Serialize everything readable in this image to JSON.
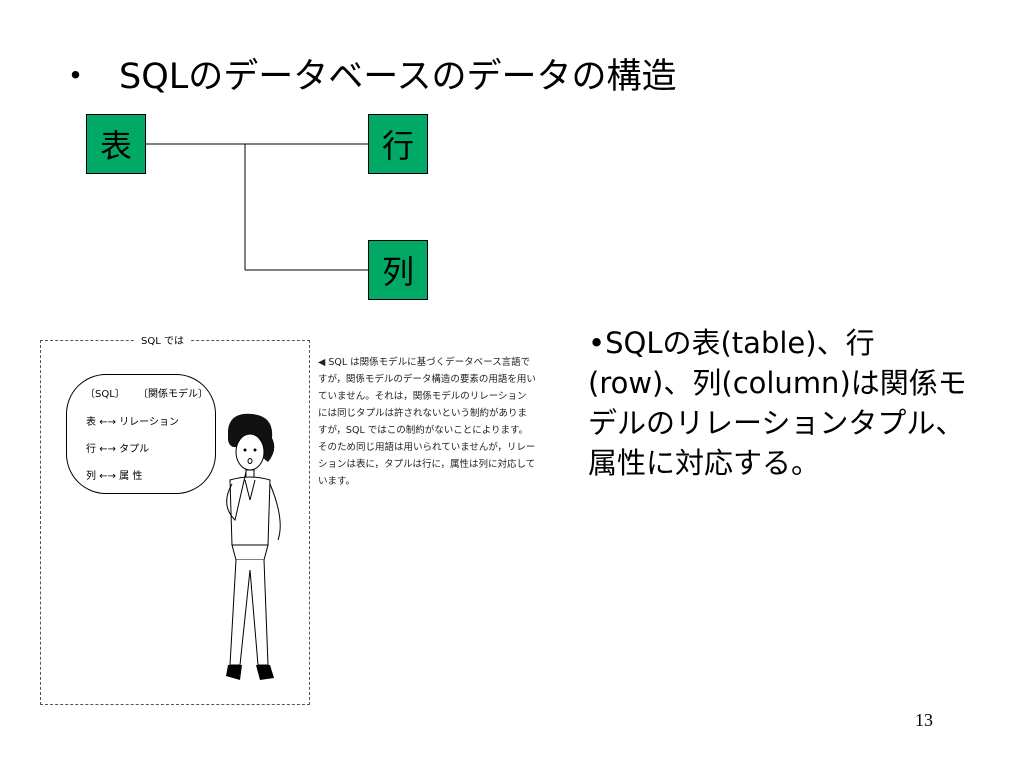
{
  "title": {
    "bullet": "・",
    "text": "SQLのデータベースのデータの構造"
  },
  "tree": {
    "root": "表",
    "child1": "行",
    "child2": "列"
  },
  "figure": {
    "caption": "SQL では",
    "bubble_header": "〔SQL〕 〔関係モデル〕",
    "bubble_rows": [
      {
        "left": "表",
        "right": "リレーション"
      },
      {
        "left": "行",
        "right": "タプル"
      },
      {
        "left": "列",
        "right": "属 性"
      }
    ],
    "arrow": "←→",
    "sidenote": "◀ SQL は関係モデルに基づくデータベース言語ですが，関係モデルのデータ構造の要素の用語を用いていません。それは，関係モデルのリレーションには同じタプルは許されないという制約がありますが，SQL ではこの制約がないことによります。そのため同じ用語は用いられていませんが，リレーションは表に，タプルは行に，属性は列に対応しています。"
  },
  "bullet_text": "•SQLの表(table)、行(row)、列(column)は関係モデルのリレーションタプル、属性に対応する。",
  "page_number": "13",
  "colors": {
    "box_fill": "#00aa66"
  }
}
